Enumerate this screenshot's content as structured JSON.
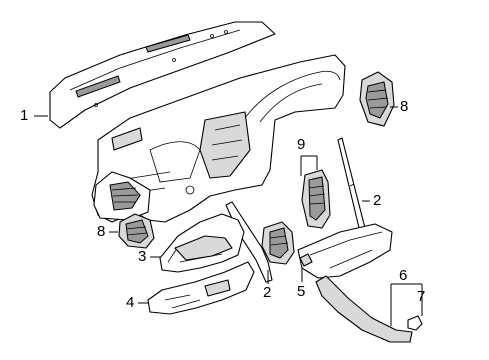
{
  "diagram": {
    "callouts": [
      {
        "id": "c1",
        "text": "1"
      },
      {
        "id": "c2a",
        "text": "2"
      },
      {
        "id": "c2b",
        "text": "2"
      },
      {
        "id": "c3",
        "text": "3"
      },
      {
        "id": "c4",
        "text": "4"
      },
      {
        "id": "c5",
        "text": "5"
      },
      {
        "id": "c6",
        "text": "6"
      },
      {
        "id": "c7",
        "text": "7"
      },
      {
        "id": "c8a",
        "text": "8"
      },
      {
        "id": "c8b",
        "text": "8"
      },
      {
        "id": "c9",
        "text": "9"
      }
    ]
  }
}
